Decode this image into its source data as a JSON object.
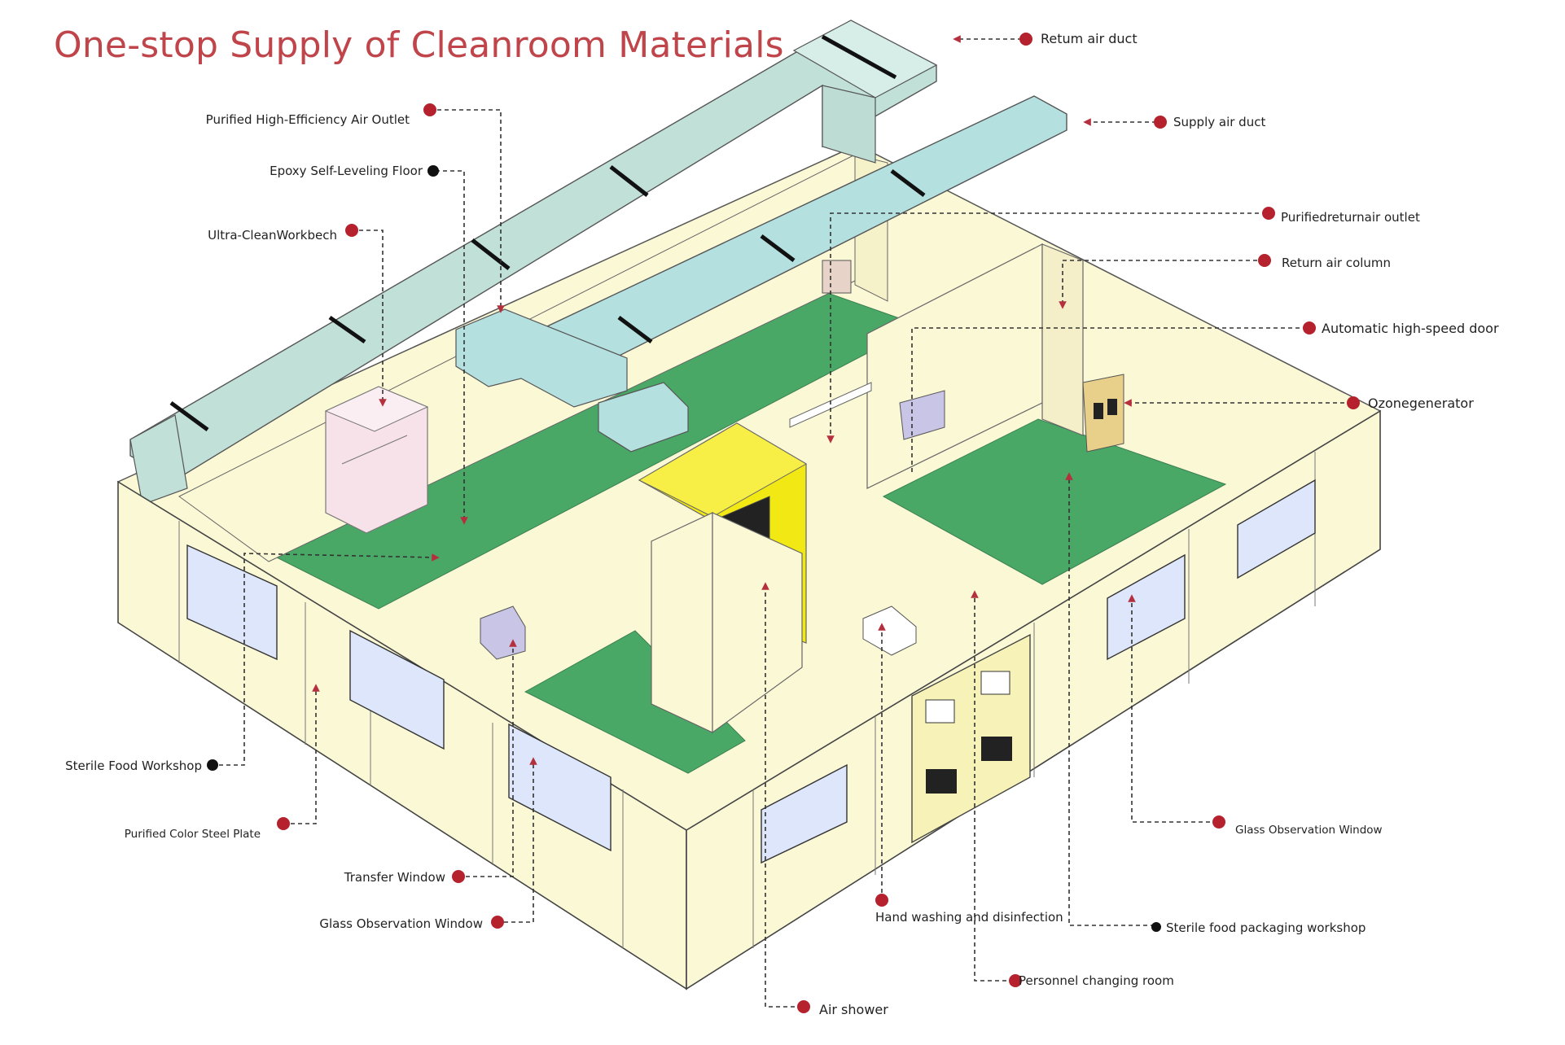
{
  "title": "One-stop Supply of Cleanroom Materials",
  "labels": {
    "return_air_duct": "Retum air duct",
    "supply_air_duct": "Supply air duct",
    "purified_high_efficiency_air_outlet": "Purified High-Efficiency Air Outlet",
    "epoxy_self_leveling_floor": "Epoxy Self-Leveling Floor",
    "ultra_clean_workbench": "Ultra-CleanWorkbech",
    "purified_return_air_outlet": "Purifiedreturnair outlet",
    "return_air_column": "Return air column",
    "automatic_high_speed_door": "Automatic high-speed door",
    "ozone_generator": "Ozonegenerator",
    "sterile_food_workshop": "Sterile Food Workshop",
    "purified_color_steel_plate": "Purified Color Steel Plate",
    "transfer_window": "Transfer Window",
    "glass_observation_window_left": "Glass Observation Window",
    "glass_observation_window_right": "Glass Observation Window",
    "hand_washing": "Hand washing and disinfection",
    "sterile_food_packaging": "Sterile food packaging workshop",
    "personnel_changing_room": "Personnel changing room",
    "air_shower": "Air shower"
  },
  "colors": {
    "title": "#c0454a",
    "floor": "#4aa866",
    "wall": "#fbf8d6",
    "duct": "#c0e0d8",
    "window": "#dde6fb",
    "air_shower": "#f2e813",
    "callout_dot": "#b5222e"
  }
}
